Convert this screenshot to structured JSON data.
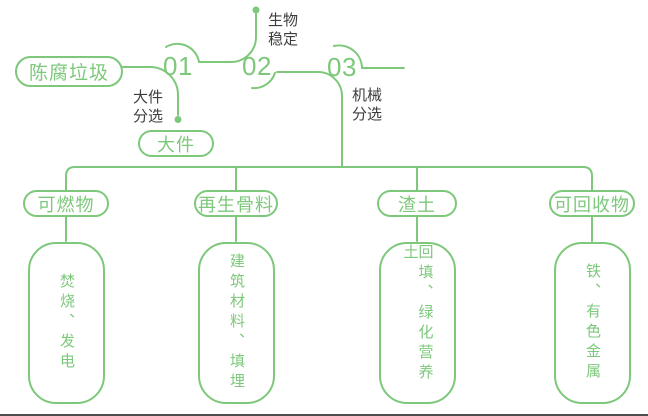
{
  "colors": {
    "line_green": "#7dc87b",
    "label_dark": "#3d3d3d",
    "bottom_bar": "#4d4d4d"
  },
  "source": {
    "label": "陈腐垃圾"
  },
  "steps": [
    {
      "number": "01",
      "label_lines": [
        "大件",
        "分选"
      ],
      "output": "大件"
    },
    {
      "number": "02",
      "label_lines": [
        "生物",
        "稳定"
      ]
    },
    {
      "number": "03",
      "label_lines": [
        "机械",
        "分选"
      ]
    }
  ],
  "categories": [
    {
      "label": "可燃物",
      "detail": "焚烧、发电"
    },
    {
      "label": "再生骨料",
      "detail": "建筑材料、填埋"
    },
    {
      "label": "渣土",
      "detail": "回填、绿化营养土"
    },
    {
      "label": "可回收物",
      "detail": "铁、有色金属"
    }
  ]
}
